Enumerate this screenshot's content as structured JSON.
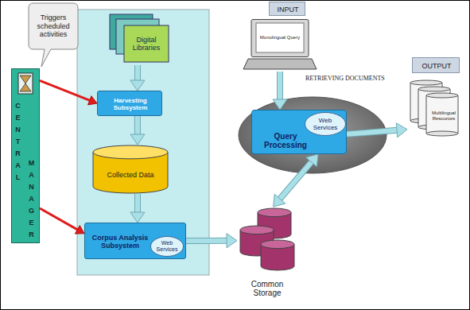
{
  "diagram": {
    "nodes": [
      {
        "text": [
          "Triggers scheduled activities"
        ]
      },
      {
        "text": [
          "CENTRAL",
          "MANAGER"
        ]
      },
      {
        "text": [
          "Digital Libraries"
        ]
      },
      {
        "text": [
          "Harvesting Subsystem"
        ]
      },
      {
        "text": [
          "Collected Data"
        ]
      },
      {
        "text": [
          "Corpus Analysis Subsystem"
        ]
      },
      {
        "text": [
          "Web Services"
        ],
        "in": 5
      },
      {
        "text": [
          "INPUT"
        ]
      },
      {
        "text": [
          "Monolingual Query"
        ]
      },
      {
        "text": [
          "Query Processing"
        ]
      },
      {
        "text": [
          "Web Services"
        ],
        "in": 9
      },
      {
        "text": [
          "OUTPUT"
        ]
      },
      {
        "text": [
          "Multilingual Resources"
        ]
      },
      {
        "text": [
          "Common Storage"
        ]
      }
    ],
    "edges": [
      {
        "from": 2,
        "to": 3,
        "arrow": "to"
      },
      {
        "from": 3,
        "to": 4,
        "arrow": "to"
      },
      {
        "from": 4,
        "to": 5,
        "arrow": "to"
      },
      {
        "from": 1,
        "to": 3,
        "arrow": "to"
      },
      {
        "from": 1,
        "to": 5,
        "arrow": "to"
      },
      {
        "from": 5,
        "to": 13,
        "arrow": "to"
      },
      {
        "from": 8,
        "to": 9,
        "arrow": "to"
      },
      {
        "from": 9,
        "to": 13,
        "arrow": "both"
      },
      {
        "from": 9,
        "to": 12,
        "arrow": "to"
      }
    ],
    "labels": [
      "RETRIEVING DOCUMENTS"
    ]
  }
}
